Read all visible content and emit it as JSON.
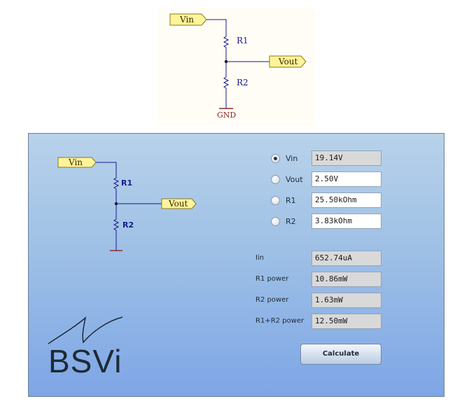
{
  "top_schematic": {
    "vin_label": "Vin",
    "vout_label": "Vout",
    "r1_label": "R1",
    "r2_label": "R2",
    "gnd_label": "GND"
  },
  "app": {
    "circuit": {
      "vin_label": "Vin",
      "vout_label": "Vout",
      "r1_label": "R1",
      "r2_label": "R2"
    },
    "inputs": [
      {
        "label": "Vin",
        "value": "19.14V",
        "selected": true
      },
      {
        "label": "Vout",
        "value": "2.50V",
        "selected": false
      },
      {
        "label": "R1",
        "value": "25.50kOhm",
        "selected": false
      },
      {
        "label": "R2",
        "value": "3.83kOhm",
        "selected": false
      }
    ],
    "outputs": [
      {
        "label": "Iin",
        "value": "652.74uA"
      },
      {
        "label": "R1 power",
        "value": "10.86mW"
      },
      {
        "label": "R2 power",
        "value": "1.63mW"
      },
      {
        "label": "R1+R2 power",
        "value": "12.50mW"
      }
    ],
    "calculate_label": "Calculate",
    "logo_text": "BSVi"
  },
  "colors": {
    "port_fill": "#fff49a",
    "wire": "#1a1a8c",
    "resistor_label": "#1a1a8c",
    "gnd": "#8b2a2a"
  }
}
